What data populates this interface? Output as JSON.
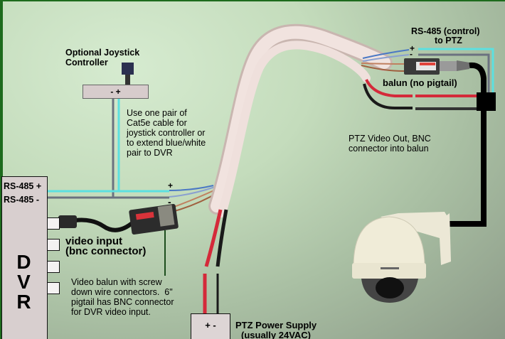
{
  "diagram": {
    "title": "PTZ camera wiring with video baluns",
    "colors": {
      "rs485_plus": "#5ce0e0",
      "rs485_minus": "#6b7280",
      "power_plus": "#d42a3a",
      "power_minus": "#1a1a1a",
      "video_cable": "#000000",
      "leader": "#1d4d1d",
      "cable_jacket": "#eeddd8",
      "frame": "#1d6b1d"
    },
    "joystick": {
      "title_line1": "Optional Joystick",
      "title_line2": "Controller",
      "terminals": "- +",
      "note": "Use one pair of\nCat5e cable for\njoystick controller or\nto extend blue/white\npair to DVR"
    },
    "dvr": {
      "rs485_plus_label": "RS-485 +",
      "rs485_minus_label": "RS-485 -",
      "letters": "D\nV\nR",
      "video_input_label": "video input\n(bnc connector)",
      "port_count": 4
    },
    "balun_dvr": {
      "note": "Video balun with screw\ndown wire connectors.  6\"\npigtail has BNC connector\nfor DVR video input.",
      "plus": "+",
      "minus": "-"
    },
    "rs485_ptz": {
      "label_line1": "RS-485 (control)",
      "label_line2": "to PTZ",
      "plus": "+",
      "minus": "-"
    },
    "balun_ptz": {
      "label": "balun (no pigtail)"
    },
    "ptz_video": {
      "note": "PTZ Video Out, BNC\nconnector into balun"
    },
    "power_supply": {
      "terminals": "+  -",
      "label_line1": "PTZ Power Supply",
      "label_line2": "(usually 24VAC)"
    },
    "camera": {
      "name": "PTZ dome camera"
    }
  }
}
